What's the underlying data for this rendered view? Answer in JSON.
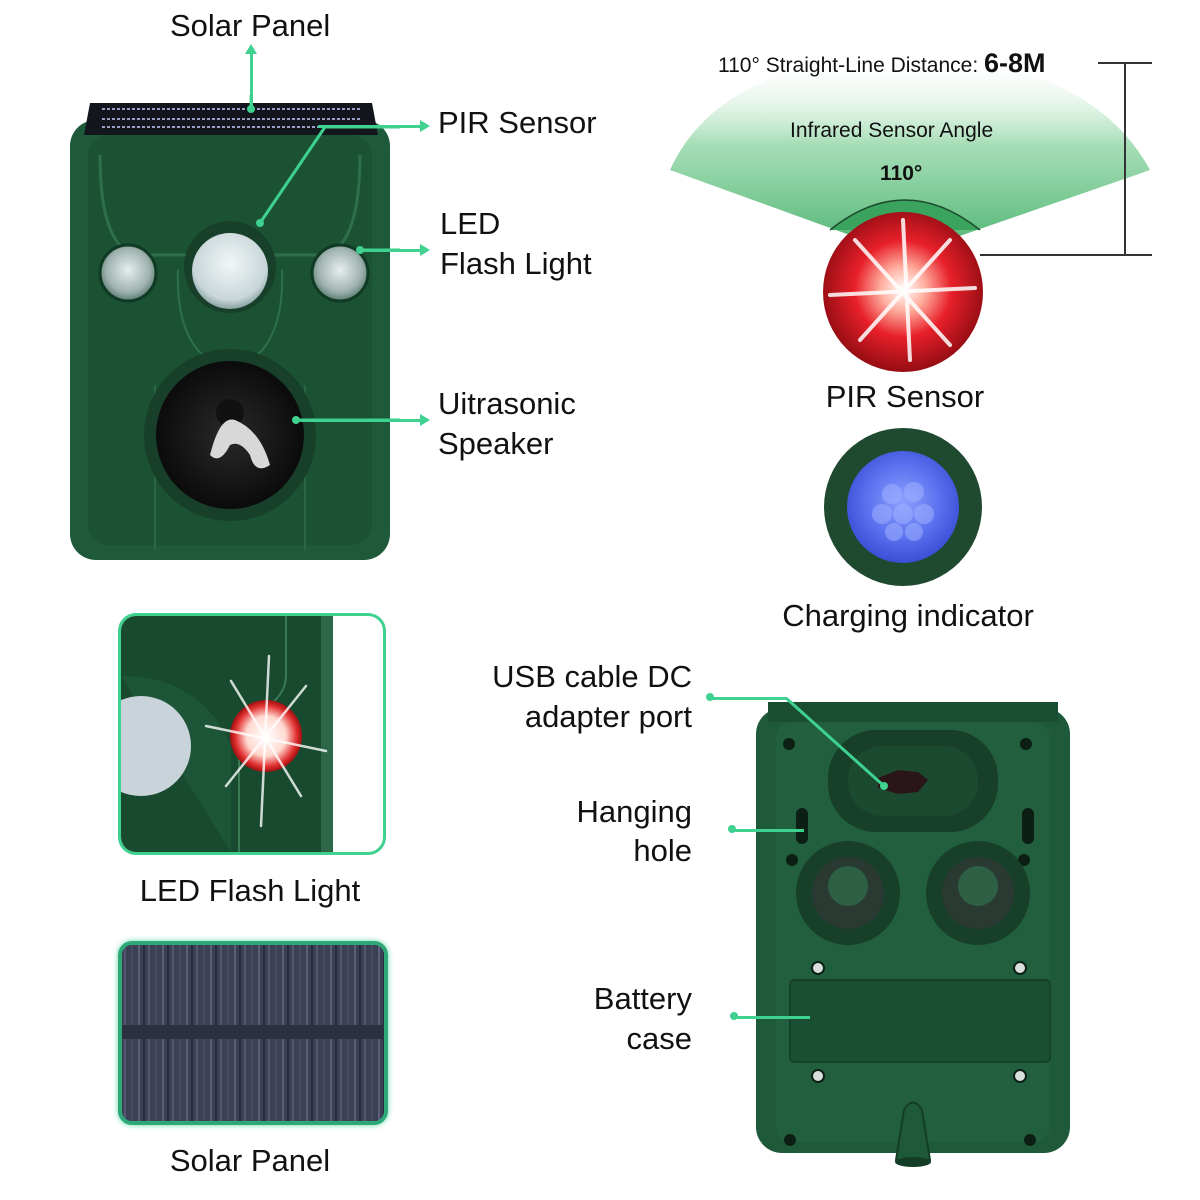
{
  "colors": {
    "device_green": "#1e5a3a",
    "device_dark": "#123d27",
    "callout_green": "#3fd18f",
    "solar_dark": "#2a2d3a",
    "pir_red": "#d8141c",
    "charge_blue": "#4a62e8",
    "fov_green": "#4fb873"
  },
  "front_view": {
    "labels": {
      "solar_panel": "Solar Panel",
      "pir_sensor": "PIR Sensor",
      "led_line1": "LED",
      "led_line2": "Flash Light",
      "speaker_line1": "Uitrasonic",
      "speaker_line2": "Speaker"
    }
  },
  "sensor_diagram": {
    "distance_prefix": "110° Straight-Line Distance: ",
    "distance_value": "6-8M",
    "angle_title": "Infrared Sensor Angle",
    "angle_value": "110°",
    "pir_label": "PIR Sensor",
    "charging_label": "Charging indicator"
  },
  "detail_panels": [
    {
      "label": "LED Flash Light",
      "icon": "led-flash-closeup"
    },
    {
      "label": "Solar Panel",
      "icon": "solar-panel-closeup"
    }
  ],
  "back_view": {
    "labels": {
      "usb_line1": "USB cable DC",
      "usb_line2": "adapter port",
      "hanging_line1": "Hanging",
      "hanging_line2": "hole",
      "battery_line1": "Battery",
      "battery_line2": "case"
    }
  }
}
